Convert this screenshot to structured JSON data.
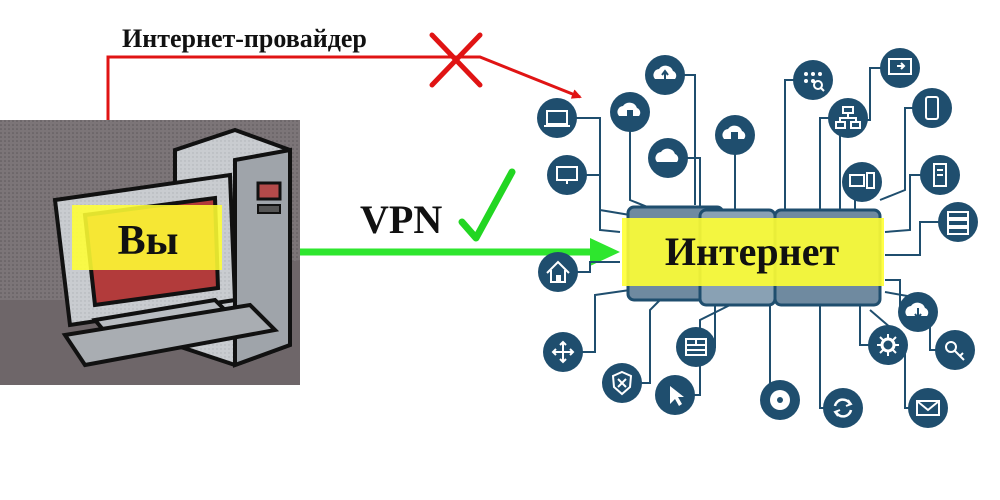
{
  "labels": {
    "isp": "Интернет-провайдер",
    "you": "Вы",
    "vpn": "VPN",
    "internet": "Интернет"
  },
  "colors": {
    "isp_line": "#e01414",
    "blocked_cross": "#e01414",
    "vpn_arrow": "#2ee62e",
    "check": "#22d622",
    "highlight": "#ffff33",
    "node": "#1f4e6e",
    "hub": "#6f8aa0"
  },
  "nodes": [
    {
      "id": "laptop",
      "icon": "laptop-icon"
    },
    {
      "id": "cloud-upload",
      "icon": "cloud-upload-icon"
    },
    {
      "id": "cloud-db",
      "icon": "cloud-database-icon"
    },
    {
      "id": "dots-search",
      "icon": "search-grid-icon"
    },
    {
      "id": "screen-share",
      "icon": "screen-share-icon"
    },
    {
      "id": "mobile",
      "icon": "mobile-icon"
    },
    {
      "id": "cloud-chat",
      "icon": "cloud-chat-icon"
    },
    {
      "id": "cloud-docs",
      "icon": "cloud-docs-icon"
    },
    {
      "id": "network",
      "icon": "network-icon"
    },
    {
      "id": "monitor",
      "icon": "monitor-icon"
    },
    {
      "id": "devices",
      "icon": "devices-icon"
    },
    {
      "id": "server-tower",
      "icon": "server-tower-icon"
    },
    {
      "id": "server-rack",
      "icon": "server-rack-icon"
    },
    {
      "id": "home",
      "icon": "home-icon"
    },
    {
      "id": "cloud-download",
      "icon": "cloud-download-icon"
    },
    {
      "id": "move",
      "icon": "move-icon"
    },
    {
      "id": "firewall",
      "icon": "firewall-icon"
    },
    {
      "id": "settings",
      "icon": "settings-icon"
    },
    {
      "id": "secure-key",
      "icon": "key-icon"
    },
    {
      "id": "shield-x",
      "icon": "shield-x-icon"
    },
    {
      "id": "pointer",
      "icon": "pointer-icon"
    },
    {
      "id": "disc",
      "icon": "disc-icon"
    },
    {
      "id": "sync",
      "icon": "sync-icon"
    },
    {
      "id": "mail",
      "icon": "mail-icon"
    }
  ]
}
